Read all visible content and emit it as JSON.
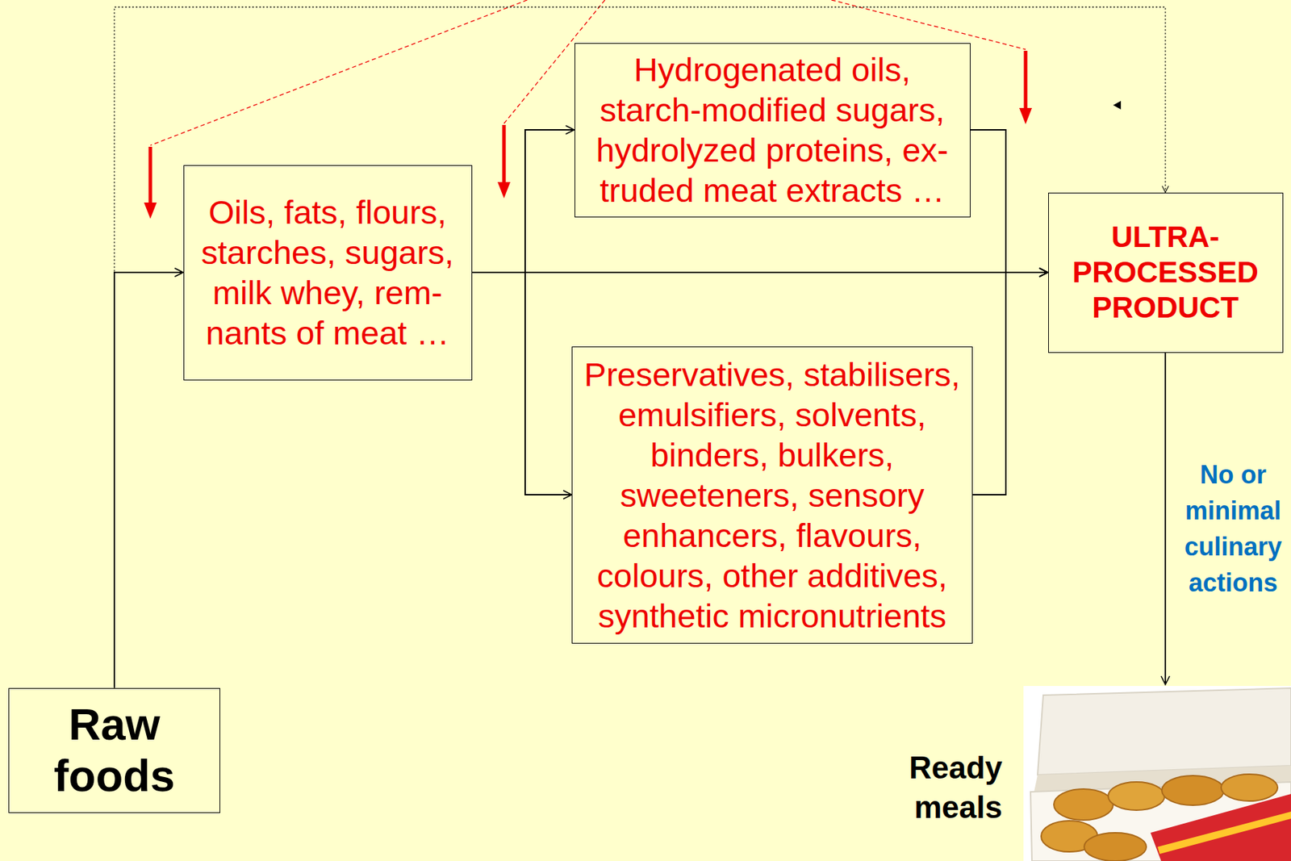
{
  "diagram": {
    "nodes": [
      {
        "text": [
          "Raw foods"
        ]
      },
      {
        "text": [
          "Oils, fats, flours, starches, sugars, milk whey, rem- nants of meat …"
        ]
      },
      {
        "text": [
          "Hydrogenated oils, starch-modified sugars, hydrolyzed proteins, ex- truded meat extracts …"
        ]
      },
      {
        "text": [
          "Preservatives, stabilisers, emulsifiers, solvents, binders, bulkers, sweeteners, sensory enhancers, flavours, colours, other additives, synthetic micronutrients"
        ]
      },
      {
        "text": [
          "ULTRA- PROCESSED PRODUCT"
        ]
      }
    ],
    "edges": [
      {
        "from": 0,
        "to": 1,
        "arrow": "to"
      },
      {
        "from": 0,
        "to": 4,
        "arrow": "to"
      },
      {
        "from": 1,
        "to": 2,
        "arrow": "to"
      },
      {
        "from": 1,
        "to": 3,
        "arrow": "to"
      },
      {
        "from": 1,
        "to": 4,
        "arrow": "to"
      },
      {
        "from": 2,
        "to": 4,
        "arrow": "to"
      },
      {
        "from": 3,
        "to": 4,
        "arrow": "to"
      }
    ],
    "labels": [
      "No or minimal culinary actions",
      "Ready meals"
    ]
  }
}
